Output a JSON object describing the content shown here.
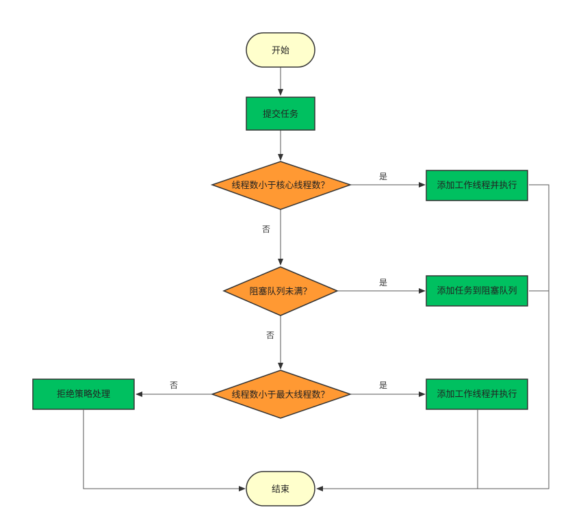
{
  "colors": {
    "terminal_fill": "#FFFFCC",
    "process_fill": "#00C060",
    "decision_fill": "#FF9933",
    "border": "#333333",
    "line": "#555555"
  },
  "nodes": {
    "start": "开始",
    "submit": "提交任务",
    "decision_core": "线程数小于核心线程数？",
    "add_worker_1": "添加工作线程并执行",
    "decision_queue": "阻塞队列未满？",
    "add_to_queue": "添加任务到阻塞队列",
    "decision_max": "线程数小于最大线程数？",
    "add_worker_2": "添加工作线程并执行",
    "reject": "拒绝策略处理",
    "end": "结束"
  },
  "edge_labels": {
    "core_yes": "是",
    "core_no": "否",
    "queue_yes": "是",
    "queue_no": "否",
    "max_yes": "是",
    "max_no": "否"
  }
}
